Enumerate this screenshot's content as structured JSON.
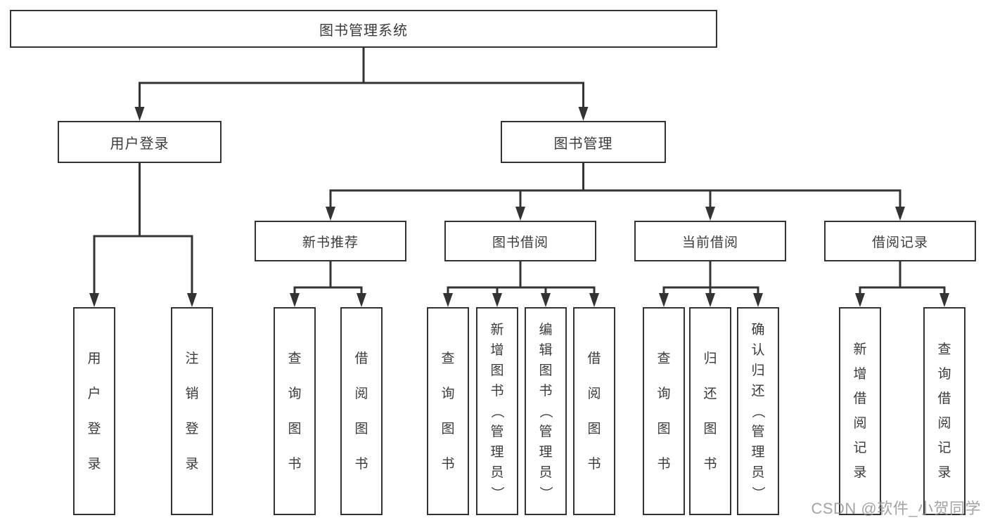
{
  "tree": {
    "label": "图书管理系统",
    "children": [
      {
        "label": "用户登录",
        "children": [
          {
            "label": "用户登录"
          },
          {
            "label": "注销登录"
          }
        ]
      },
      {
        "label": "图书管理",
        "children": [
          {
            "label": "新书推荐",
            "children": [
              {
                "label": "查询图书"
              },
              {
                "label": "借阅图书"
              }
            ]
          },
          {
            "label": "图书借阅",
            "children": [
              {
                "label": "查询图书"
              },
              {
                "label": "新增图书（管理员）"
              },
              {
                "label": "编辑图书（管理员）"
              },
              {
                "label": "借阅图书"
              }
            ]
          },
          {
            "label": "当前借阅",
            "children": [
              {
                "label": "查询图书"
              },
              {
                "label": "归还图书"
              },
              {
                "label": "确认归还（管理员）"
              }
            ]
          },
          {
            "label": "借阅记录",
            "children": [
              {
                "label": "新增借阅记录"
              },
              {
                "label": "查询借阅记录"
              }
            ]
          }
        ]
      }
    ]
  },
  "watermark": "CSDN @软件_小贺同学",
  "colors": {
    "line": "#333333",
    "box_border": "#333333",
    "text": "#3b3b3b",
    "watermark": "#949494",
    "background": "#ffffff"
  }
}
